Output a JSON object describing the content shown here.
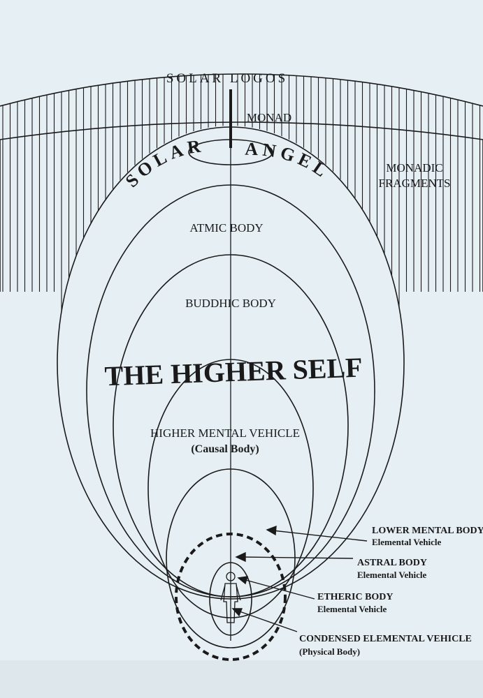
{
  "title": "THE HIGHER SELF",
  "labels": {
    "solar_logos": "SOLAR LOGOS",
    "monad": "MONAD",
    "solar_angel_word1": "SOLAR",
    "solar_angel_word2": "ANGEL",
    "monadic_fragments_line1": "MONADIC",
    "monadic_fragments_line2": "FRAGMENTS",
    "atmic_body": "ATMIC BODY",
    "buddhic_body": "BUDDHIC BODY",
    "higher_mental_vehicle": "HIGHER MENTAL VEHICLE",
    "causal_body": "(Causal Body)"
  },
  "callouts": [
    {
      "name": "LOWER MENTAL BODY",
      "sub": "Elemental Vehicle"
    },
    {
      "name": "ASTRAL BODY",
      "sub": "Elemental Vehicle"
    },
    {
      "name": "ETHERIC BODY",
      "sub": "Elemental Vehicle"
    },
    {
      "name": "CONDENSED ELEMENTAL VEHICLE",
      "sub": "(Physical Body)"
    }
  ],
  "colors": {
    "page": "#e6eff4",
    "frame": "#dde7ec",
    "ink": "#1a1a1a"
  }
}
